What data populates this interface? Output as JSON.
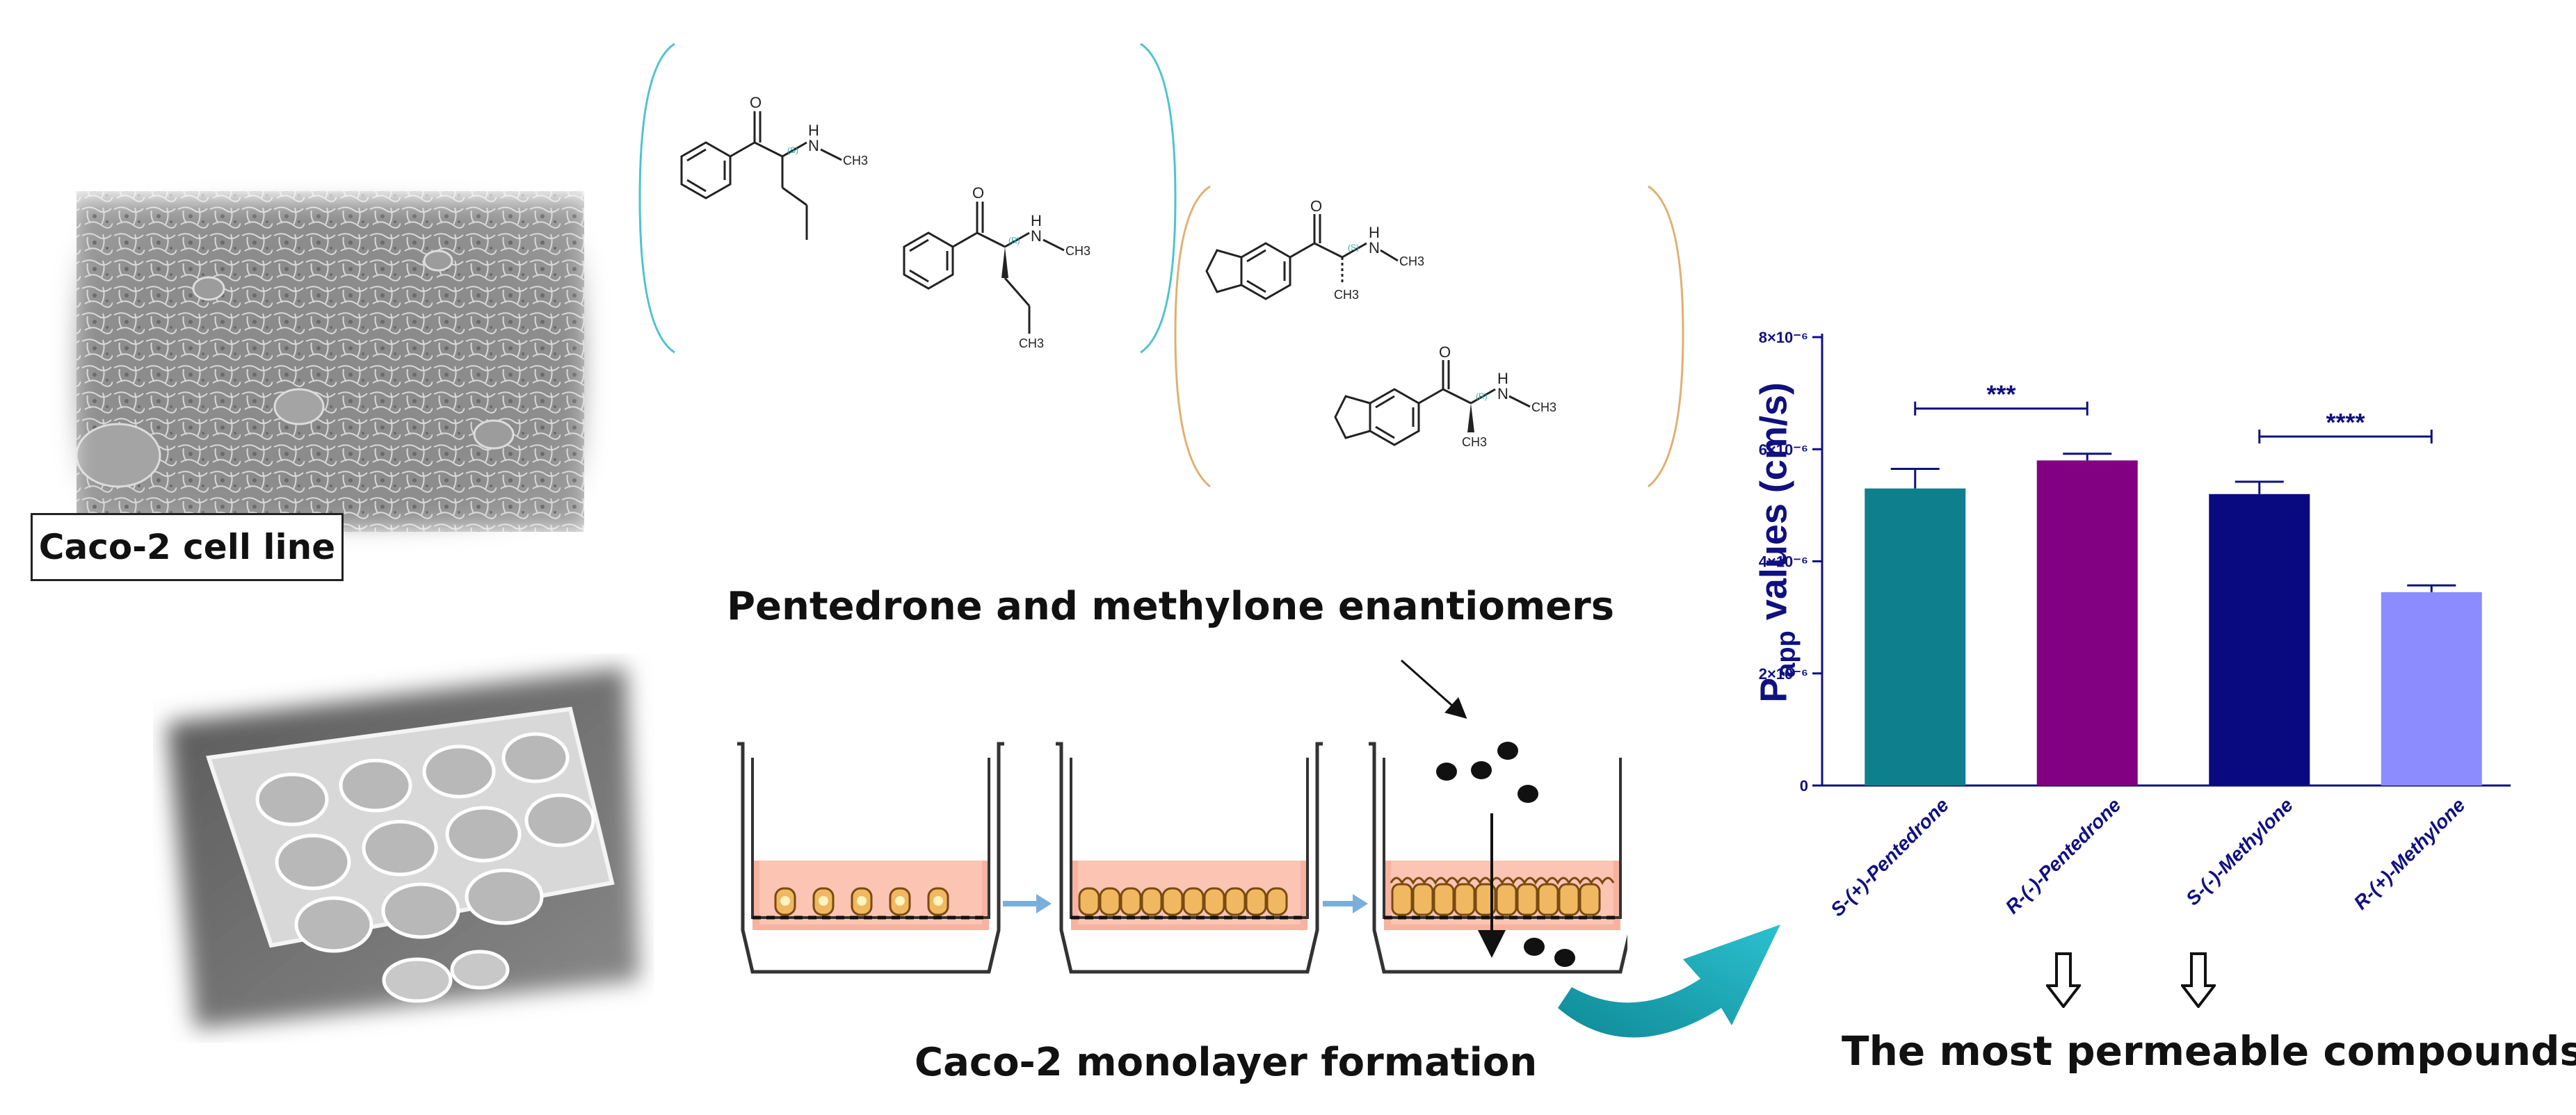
{
  "labels": {
    "cell_line": "Caco-2 cell line",
    "enantiomers": "Pentedrone and methylone enantiomers",
    "monolayer": "Caco-2 monolayer formation",
    "most_permeable": "The most permeable compounds"
  },
  "molecules": {
    "pentedrone": [
      "O",
      "H",
      "N",
      "CH3",
      "(S)",
      "(R)"
    ],
    "methylone": [
      "O",
      "H",
      "N",
      "CH3",
      "(S)",
      "(R)"
    ]
  },
  "chart_data": {
    "type": "bar",
    "title": "",
    "xlabel": "",
    "ylabel": "P app values (cm/s)",
    "ylabel_main": "P",
    "ylabel_sub": "app",
    "ylabel_rest": " values (cm/s)",
    "categories": [
      "S-(+)-Pentedrone",
      "R-(-)-Pentedrone",
      "S-(-)-Methylone",
      "R-(+)-Methylone"
    ],
    "values": [
      5.3e-06,
      5.8e-06,
      5.2e-06,
      3.45e-06
    ],
    "errors": [
      3.5e-07,
      1.2e-07,
      2.2e-07,
      1.2e-07
    ],
    "ylim": [
      0,
      8e-06
    ],
    "yticks": [
      0,
      2e-06,
      4e-06,
      6e-06,
      8e-06
    ],
    "ytick_labels": [
      "0",
      "2×10⁻⁶",
      "4×10⁻⁶",
      "6×10⁻⁶",
      "8×10⁻⁶"
    ],
    "bar_colors": [
      "#0e7f8c",
      "#820082",
      "#0a0a80",
      "#8c8cff"
    ],
    "significance": [
      {
        "from": 0,
        "to": 1,
        "label": "***"
      },
      {
        "from": 2,
        "to": 3,
        "label": "****"
      }
    ]
  },
  "colors": {
    "axis": "#101080",
    "pentedrone_bracket": "#4cc3d0",
    "methylone_bracket": "#e0b070",
    "medium": "#f7b2a0",
    "arrow_light": "#7aaedc",
    "curved_arrow": "#19a9b8"
  }
}
